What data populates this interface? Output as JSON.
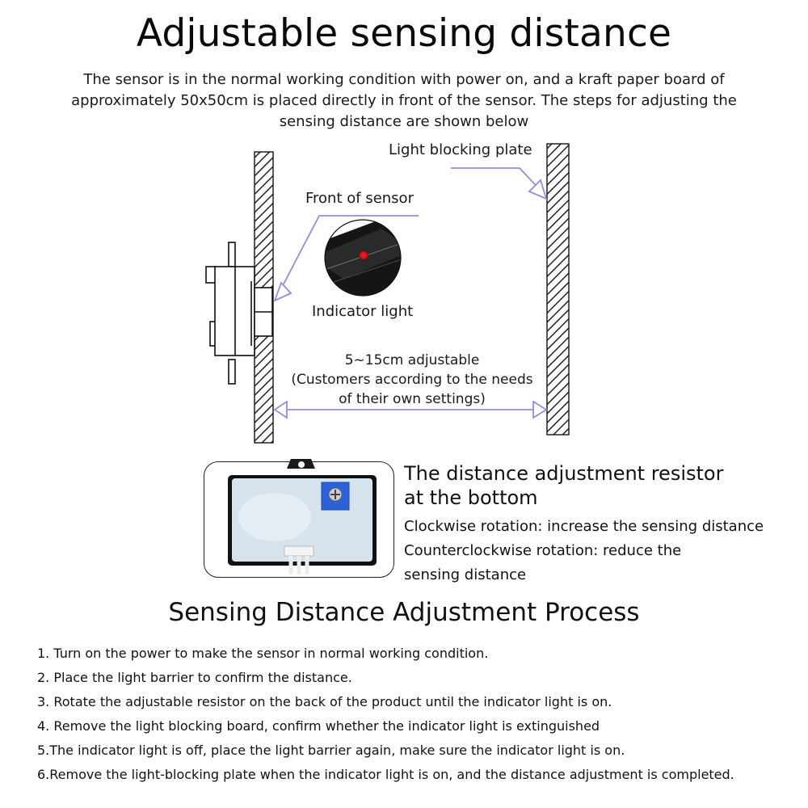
{
  "header": {
    "title": "Adjustable sensing distance",
    "intro": "The sensor is in the normal working condition with power on, and a kraft paper board of approximately 50x50cm is placed directly in front of the sensor. The steps for adjusting the sensing distance are shown below"
  },
  "diagram": {
    "light_blocking_plate_label": "Light blocking plate",
    "front_of_sensor_label": "Front of sensor",
    "indicator_light_label": "Indicator light",
    "adjust_range": "5~15cm adjustable",
    "adjust_note_line1": "(Customers according to the needs",
    "adjust_note_line2": "of their own settings)",
    "arrow_color": "#8f8fe0",
    "indicator_color": "#e0101a"
  },
  "resistor_section": {
    "title_line1": "The distance adjustment resistor",
    "title_line2": "at the bottom",
    "clockwise": "Clockwise rotation: increase the sensing distance",
    "counterclockwise_line1": "Counterclockwise rotation: reduce the",
    "counterclockwise_line2": "sensing distance"
  },
  "process": {
    "title": "Sensing Distance Adjustment Process",
    "steps": [
      "1. Turn on the power to make the sensor in normal working condition.",
      "2. Place the light barrier to confirm the distance.",
      "3. Rotate the adjustable resistor on the back of the product until the indicator light is on.",
      "4. Remove the light blocking board, confirm whether the indicator light is extinguished",
      "5.The indicator light is off, place the light barrier again, make sure the indicator light is on.",
      "6.Remove the light-blocking plate when the indicator light is on, and the distance adjustment is completed."
    ]
  }
}
